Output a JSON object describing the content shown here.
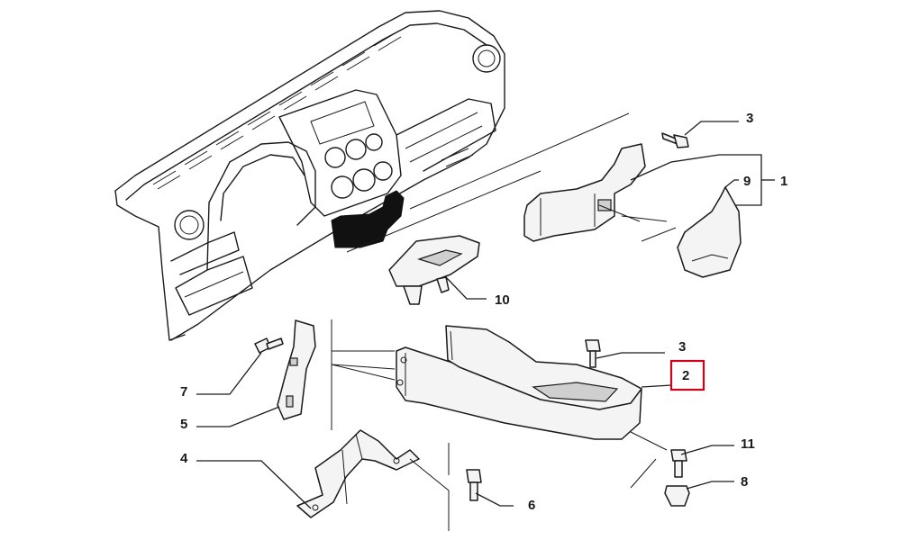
{
  "labels": {
    "p1": "1",
    "p2": "2",
    "p3a": "3",
    "p3b": "3",
    "p4": "4",
    "p5": "5",
    "p6": "6",
    "p7": "7",
    "p8": "8",
    "p9": "9",
    "p10": "10",
    "p11": "11"
  },
  "highlight": {
    "part": "2",
    "color": "#d0021b"
  }
}
